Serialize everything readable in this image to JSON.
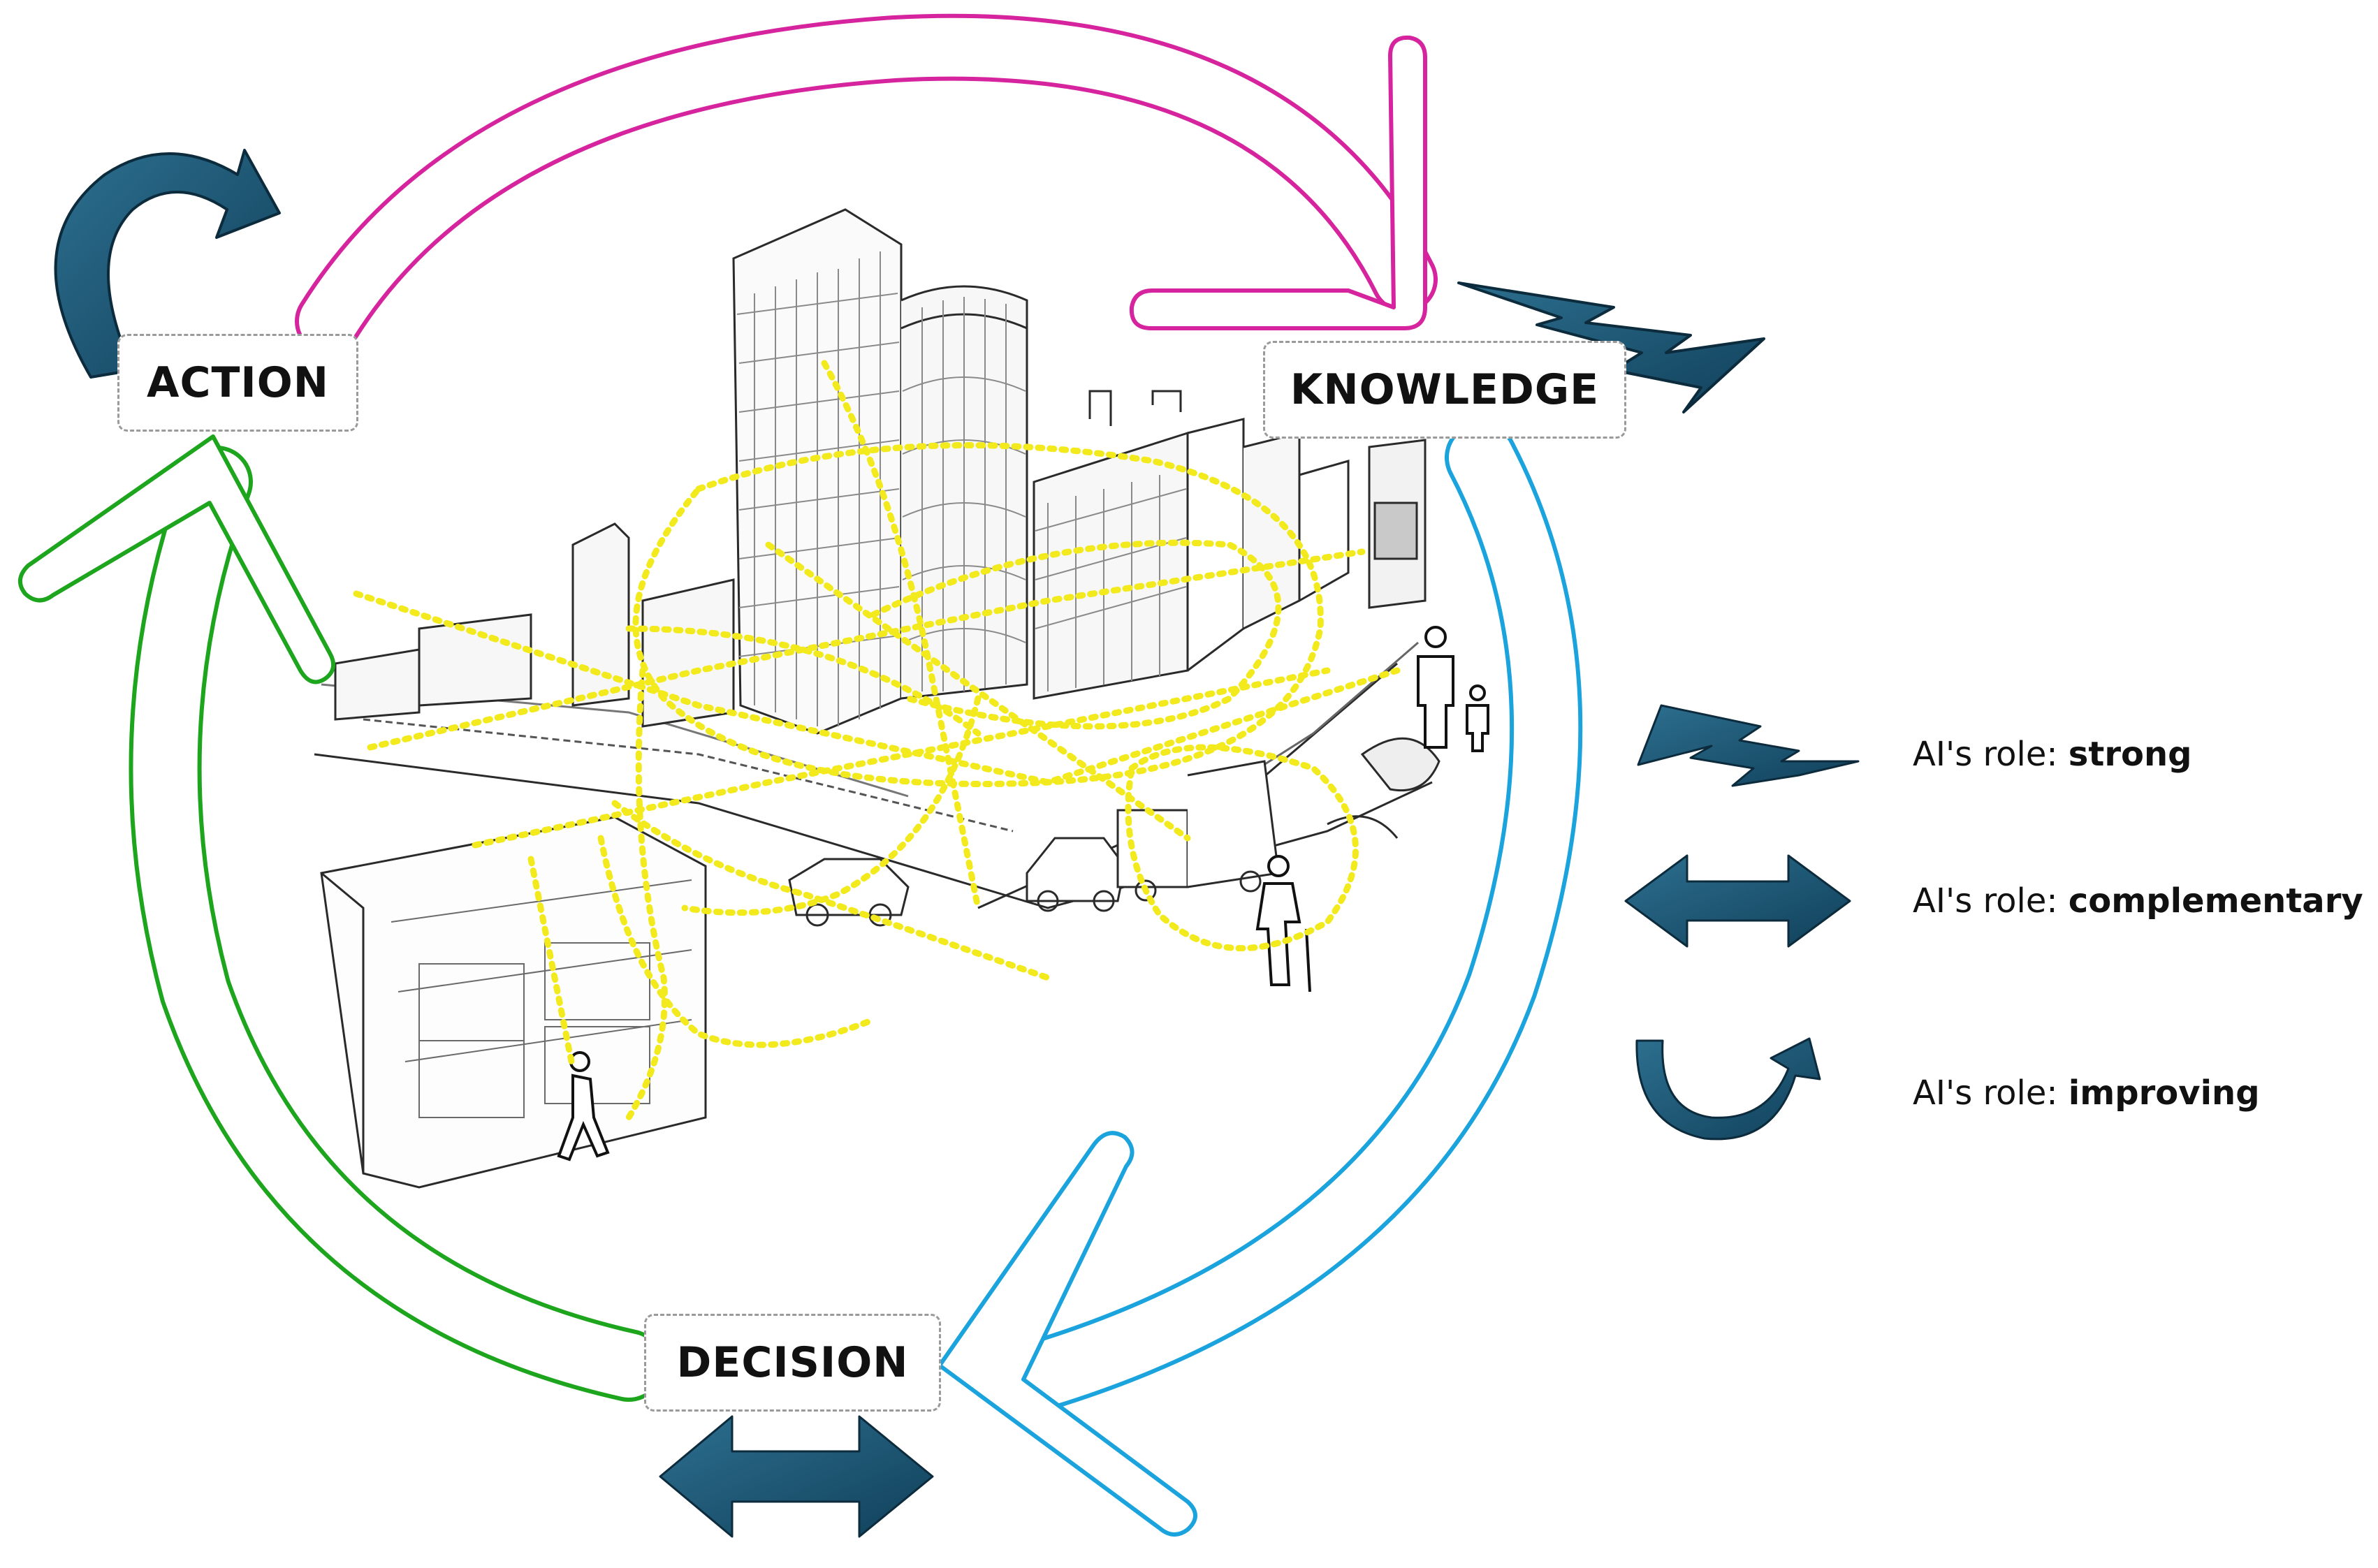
{
  "nodes": {
    "action": "ACTION",
    "knowledge": "KNOWLEDGE",
    "decision": "DECISION"
  },
  "legend": {
    "strong": {
      "prefix": "AI's role: ",
      "value": "strong"
    },
    "complementary": {
      "prefix": "AI's role: ",
      "value": "complementary"
    },
    "improving": {
      "prefix": "AI's role: ",
      "value": "improving"
    }
  },
  "colors": {
    "action_to_knowledge_arrow": "#d6249f",
    "knowledge_to_decision_arrow": "#1aa3dc",
    "decision_to_action_arrow": "#1ea51e",
    "ai_role_icon": "#1f5874",
    "route_overlay": "#f2ea1c"
  },
  "icons": {
    "knowledge": "lightning-bolt-icon",
    "decision": "double-headed-arrow-icon",
    "action": "curved-arrow-icon",
    "illustration": "city-street-sketch"
  }
}
